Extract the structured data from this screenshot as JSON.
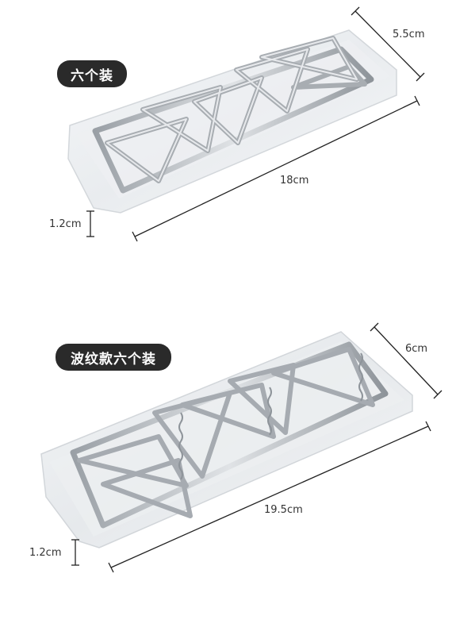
{
  "colors": {
    "pill_bg": "#2a2a2a",
    "pill_text": "#ffffff",
    "dim_line": "#222222",
    "steel": "#b9bdc2"
  },
  "top_product": {
    "badge": "六个装",
    "length_label": "18cm",
    "width_label": "5.5cm",
    "height_label": "1.2cm"
  },
  "bottom_product": {
    "badge": "波纹款六个装",
    "length_label": "19.5cm",
    "width_label": "6cm",
    "height_label": "1.2cm"
  }
}
